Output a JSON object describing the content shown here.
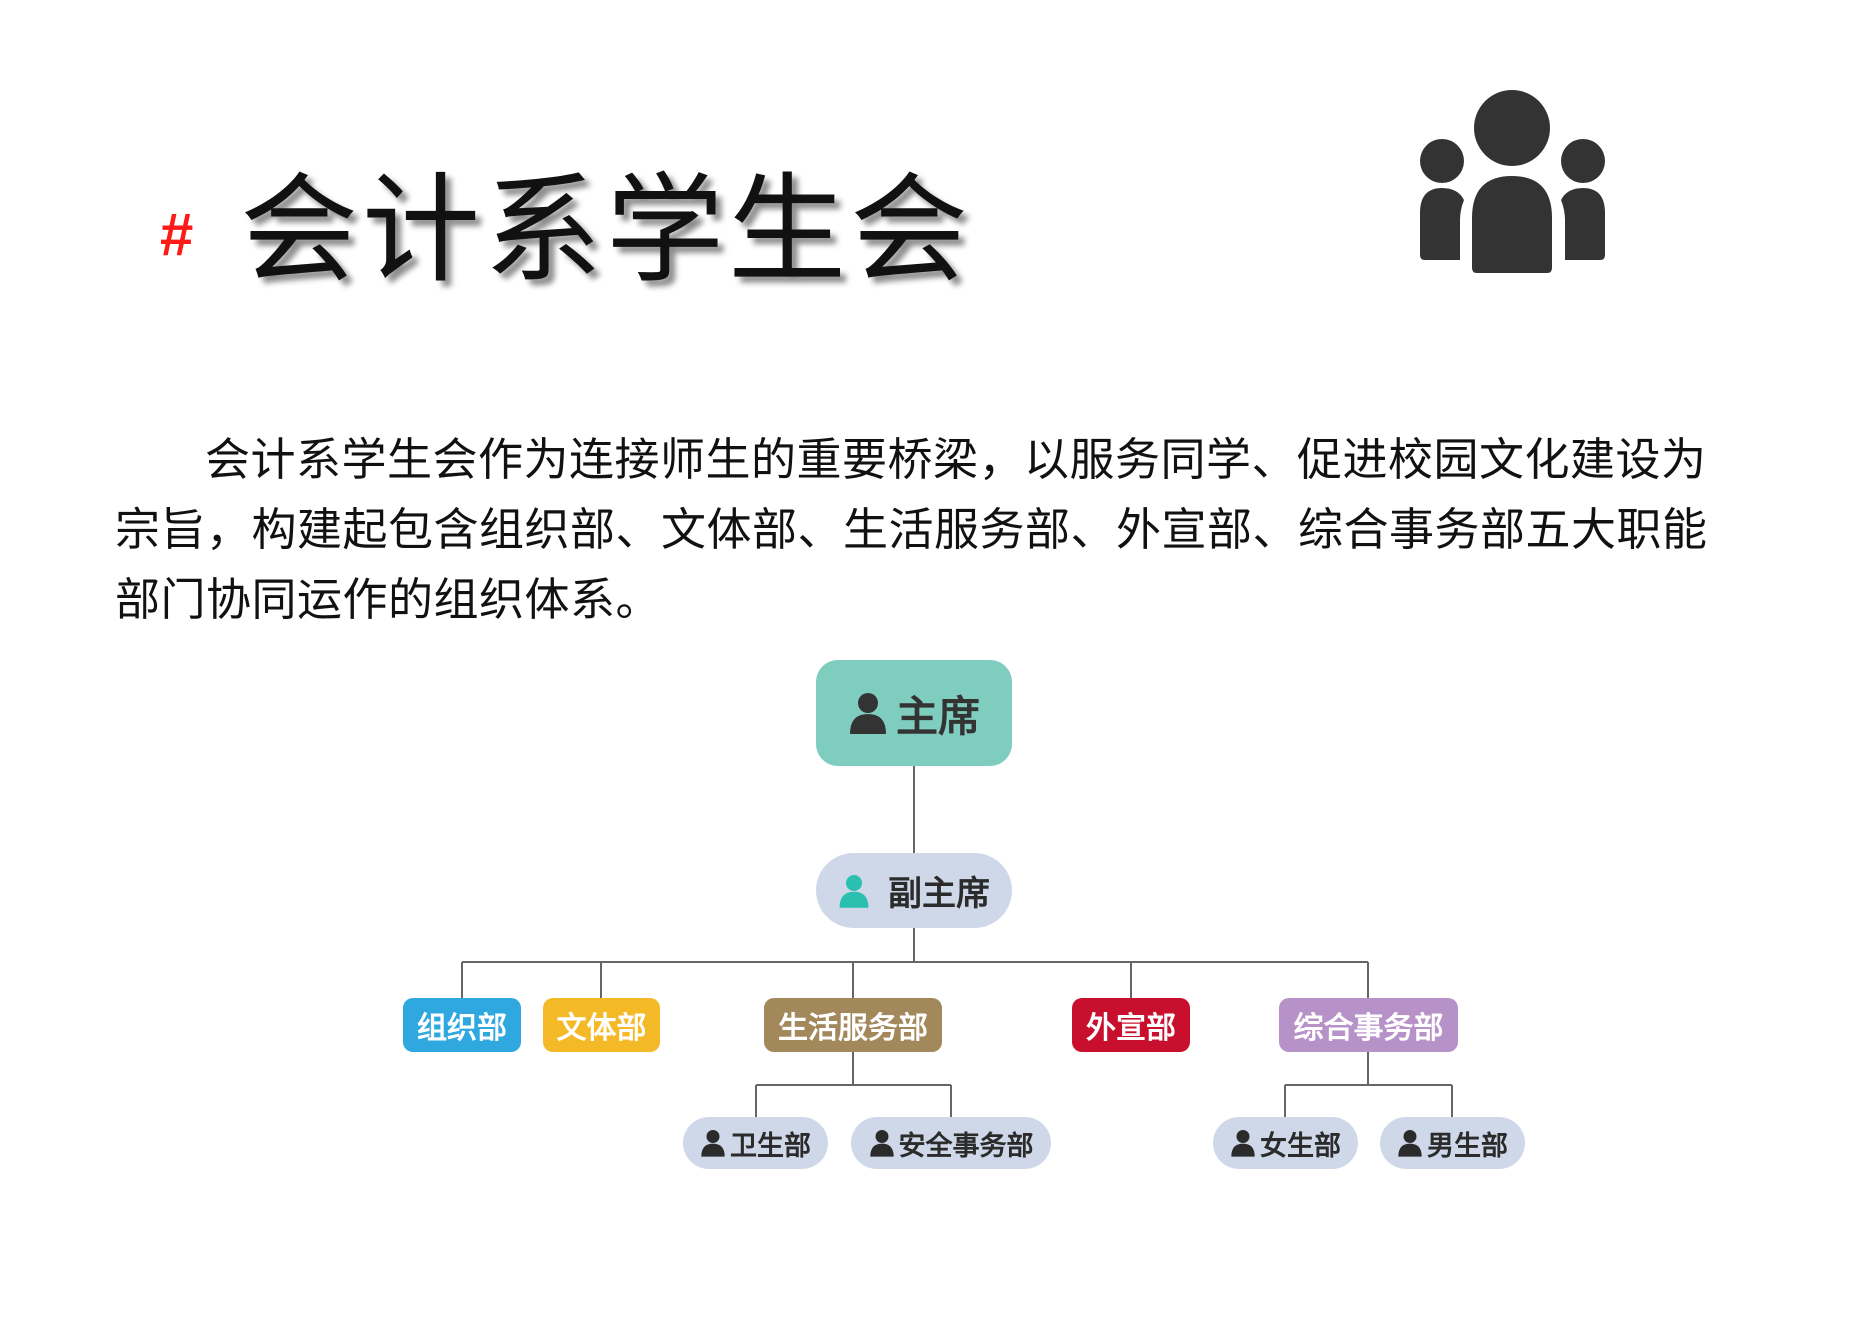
{
  "header": {
    "hash": "#",
    "title": "会计系学生会",
    "icon": "people-group-icon"
  },
  "intro": {
    "text": "会计系学生会作为连接师生的重要桥梁，以服务同学、促进校园文化建设为宗旨，构建起包含组织部、文体部、生活服务部、外宣部、综合事务部五大职能部门协同运作的组织体系。"
  },
  "org_chart": {
    "chair": {
      "label": "主席",
      "icon": "person-icon",
      "color": "#7fcdbf"
    },
    "vice_chair": {
      "label": "副主席",
      "icon": "person-icon",
      "icon_color": "#2bbfb0",
      "color": "#cfd8e8"
    },
    "departments": [
      {
        "label": "组织部",
        "color": "#2ea8df"
      },
      {
        "label": "文体部",
        "color": "#f4b926"
      },
      {
        "label": "生活服务部",
        "color": "#a3885c"
      },
      {
        "label": "外宣部",
        "color": "#c8102e"
      },
      {
        "label": "综合事务部",
        "color": "#b792c9"
      }
    ],
    "sub_departments": [
      {
        "label": "卫生部",
        "parent": "生活服务部",
        "icon": "person-icon"
      },
      {
        "label": "安全事务部",
        "parent": "生活服务部",
        "icon": "person-icon"
      },
      {
        "label": "女生部",
        "parent": "综合事务部",
        "icon": "person-icon"
      },
      {
        "label": "男生部",
        "parent": "综合事务部",
        "icon": "person-icon"
      }
    ]
  }
}
